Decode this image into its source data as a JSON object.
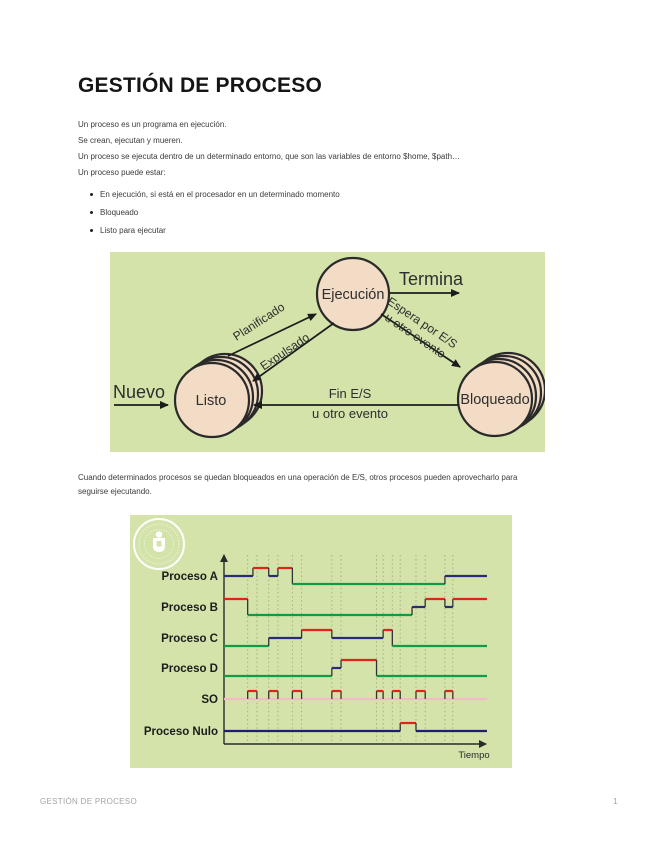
{
  "page": {
    "title": "GESTIÓN DE PROCESO",
    "footer_left": "GESTIÓN DE PROCESO",
    "footer_page": "1"
  },
  "intro": {
    "paragraphs": [
      "Un proceso es un programa en ejecución.",
      "Se crean, ejecutan y mueren.",
      "Un proceso se ejecuta dentro de un determinado entorno, que son las variables de entorno $home, $path…",
      "Un proceso puede estar:"
    ],
    "bullets": [
      "En ejecución, si está en el procesador en un determinado momento",
      "Bloqueado",
      "Listo para ejecutar"
    ]
  },
  "note_paragraph_lines": [
    "Cuando determinados procesos se quedan bloqueados en una operación de E/S, otros procesos pueden aprovecharlo para",
    "seguirse ejecutando."
  ],
  "state_diagram": {
    "background": "#d3e3aa",
    "node_fill": "#f3dcc6",
    "node_stroke": "#2a2a2a",
    "nodes": {
      "ejecucion": "Ejecución",
      "listo": "Listo",
      "bloqueado": "Bloqueado"
    },
    "labels": {
      "nuevo": "Nuevo",
      "planificado": "Planificado",
      "expulsado": "Expulsado",
      "termina": "Termina",
      "espera_line1": "Espera por E/S",
      "espera_line2": "u otro evento",
      "fin_line1": "Fin E/S",
      "fin_line2": "u otro evento"
    }
  },
  "chart_data": {
    "type": "line",
    "subtype": "process-timing-step",
    "title": "",
    "xlabel": "Tiempo",
    "x_range": [
      0,
      100
    ],
    "background": "#d3e3aa",
    "grid_on": true,
    "grid_color": "#9fae83",
    "axis_color": "#2a2a2a",
    "label_color": "#1c1c1c",
    "state_colors": {
      "ejecucion": "#df241b",
      "listo": "#2a2a7d",
      "bloqueado": "#119a48"
    },
    "gridlines_t": [
      9,
      12.5,
      17,
      20.5,
      26,
      29.5,
      41,
      44.5,
      58,
      60.5,
      64,
      67,
      73,
      76.5,
      84,
      87
    ],
    "rows": [
      {
        "label": "Proceso A",
        "segments": [
          {
            "t0": 0,
            "t1": 11,
            "state": "listo"
          },
          {
            "t0": 11,
            "t1": 17,
            "state": "ejecucion"
          },
          {
            "t0": 17,
            "t1": 20.5,
            "state": "listo"
          },
          {
            "t0": 20.5,
            "t1": 26,
            "state": "ejecucion"
          },
          {
            "t0": 26,
            "t1": 84,
            "state": "bloqueado"
          },
          {
            "t0": 84,
            "t1": 100,
            "state": "listo"
          }
        ]
      },
      {
        "label": "Proceso B",
        "segments": [
          {
            "t0": 0,
            "t1": 9,
            "state": "ejecucion"
          },
          {
            "t0": 9,
            "t1": 71.5,
            "state": "bloqueado"
          },
          {
            "t0": 71.5,
            "t1": 76.5,
            "state": "listo"
          },
          {
            "t0": 76.5,
            "t1": 84,
            "state": "ejecucion"
          },
          {
            "t0": 84,
            "t1": 87,
            "state": "listo"
          },
          {
            "t0": 87,
            "t1": 100,
            "state": "ejecucion"
          }
        ]
      },
      {
        "label": "Proceso C",
        "segments": [
          {
            "t0": 0,
            "t1": 17,
            "state": "bloqueado"
          },
          {
            "t0": 17,
            "t1": 29.5,
            "state": "listo"
          },
          {
            "t0": 29.5,
            "t1": 41,
            "state": "ejecucion"
          },
          {
            "t0": 41,
            "t1": 60.5,
            "state": "listo"
          },
          {
            "t0": 60.5,
            "t1": 64,
            "state": "ejecucion"
          },
          {
            "t0": 64,
            "t1": 100,
            "state": "bloqueado"
          }
        ]
      },
      {
        "label": "Proceso D",
        "segments": [
          {
            "t0": 0,
            "t1": 41,
            "state": "bloqueado"
          },
          {
            "t0": 41,
            "t1": 44.5,
            "state": "listo"
          },
          {
            "t0": 44.5,
            "t1": 58,
            "state": "ejecucion"
          },
          {
            "t0": 58,
            "t1": 100,
            "state": "bloqueado"
          }
        ]
      },
      {
        "label": "SO",
        "base_continuous": true,
        "idle_color": "#f6b9c8",
        "segments": [
          {
            "t0": 9,
            "t1": 12.5,
            "state": "ejecucion"
          },
          {
            "t0": 17,
            "t1": 20.5,
            "state": "ejecucion"
          },
          {
            "t0": 26,
            "t1": 29.5,
            "state": "ejecucion"
          },
          {
            "t0": 41,
            "t1": 44.5,
            "state": "ejecucion"
          },
          {
            "t0": 58,
            "t1": 60.5,
            "state": "ejecucion"
          },
          {
            "t0": 64,
            "t1": 67,
            "state": "ejecucion"
          },
          {
            "t0": 73,
            "t1": 76.5,
            "state": "ejecucion"
          },
          {
            "t0": 84,
            "t1": 87,
            "state": "ejecucion"
          }
        ]
      },
      {
        "label": "Proceso Nulo",
        "idle_color": "#1f1f6e",
        "segments": [
          {
            "t0": 0,
            "t1": 67,
            "state": "idle"
          },
          {
            "t0": 67,
            "t1": 73,
            "state": "ejecucion"
          },
          {
            "t0": 73,
            "t1": 100,
            "state": "idle"
          }
        ]
      }
    ]
  }
}
